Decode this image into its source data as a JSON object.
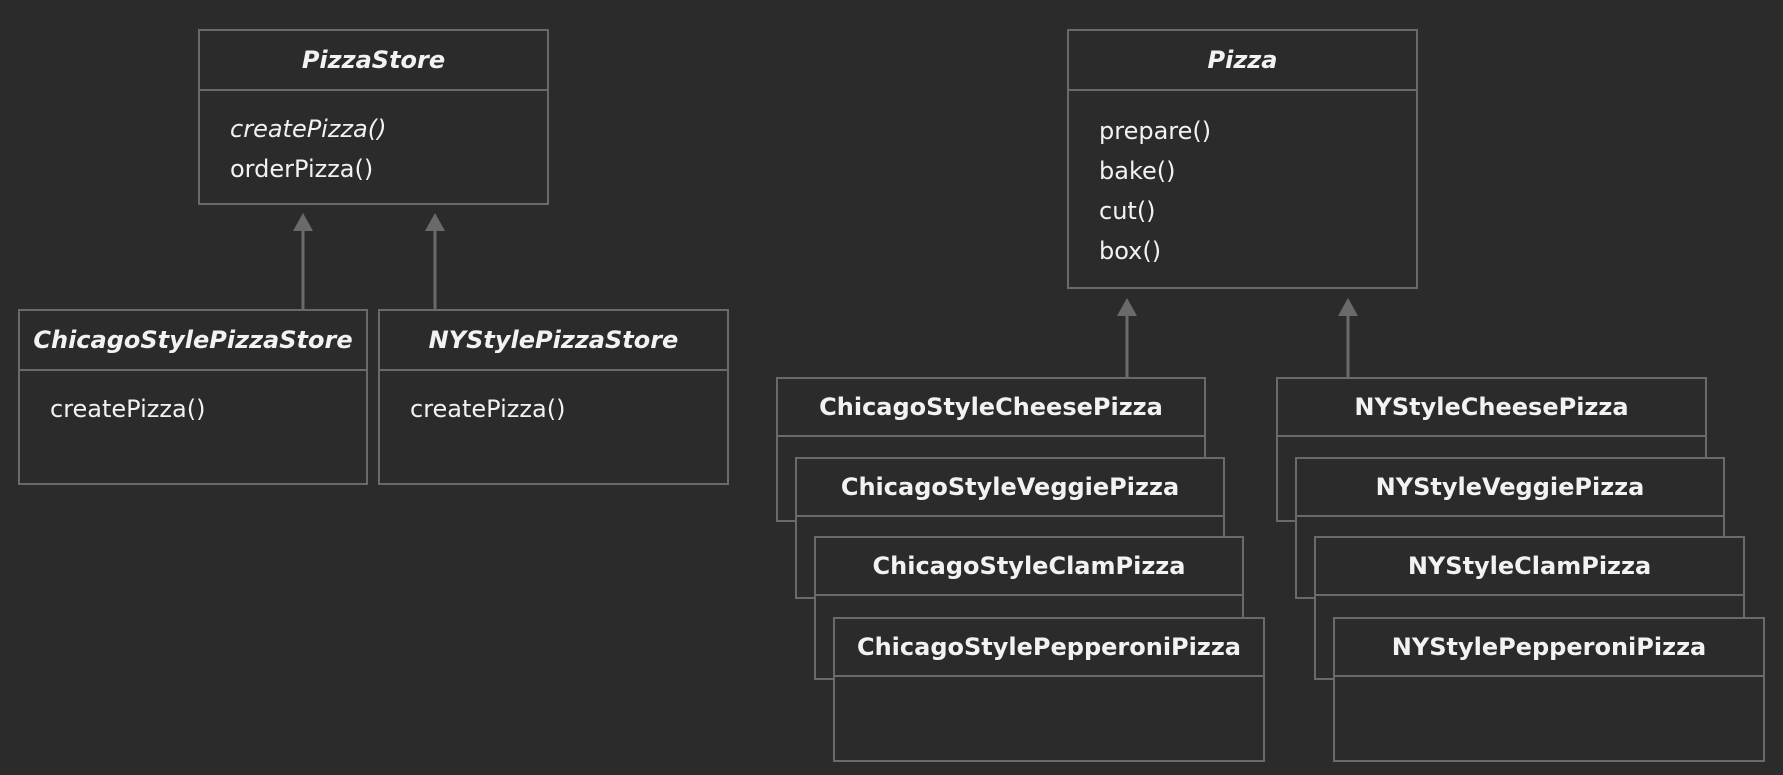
{
  "creators": {
    "abstract": {
      "name": "PizzaStore",
      "methods": [
        {
          "name": "createPizza()",
          "abstract": true
        },
        {
          "name": "orderPizza()",
          "abstract": false
        }
      ]
    },
    "concrete": [
      {
        "name": "ChicagoStylePizzaStore",
        "methods": [
          "createPizza()"
        ]
      },
      {
        "name": "NYStylePizzaStore",
        "methods": [
          "createPizza()"
        ]
      }
    ]
  },
  "products": {
    "abstract": {
      "name": "Pizza",
      "methods": [
        {
          "name": "prepare()",
          "abstract": false
        },
        {
          "name": "bake()",
          "abstract": false
        },
        {
          "name": "cut()",
          "abstract": false
        },
        {
          "name": "box()",
          "abstract": false
        }
      ]
    },
    "chicago": [
      "ChicagoStyleCheesePizza",
      "ChicagoStyleVeggiePizza",
      "ChicagoStyleClamPizza",
      "ChicagoStylePepperoniPizza"
    ],
    "ny": [
      "NYStyleCheesePizza",
      "NYStyleVeggiePizza",
      "NYStyleClamPizza",
      "NYStylePepperoniPizza"
    ]
  },
  "colors": {
    "background": "#2b2b2b",
    "border": "#6a6a6a",
    "text": "#f2f2f2"
  }
}
